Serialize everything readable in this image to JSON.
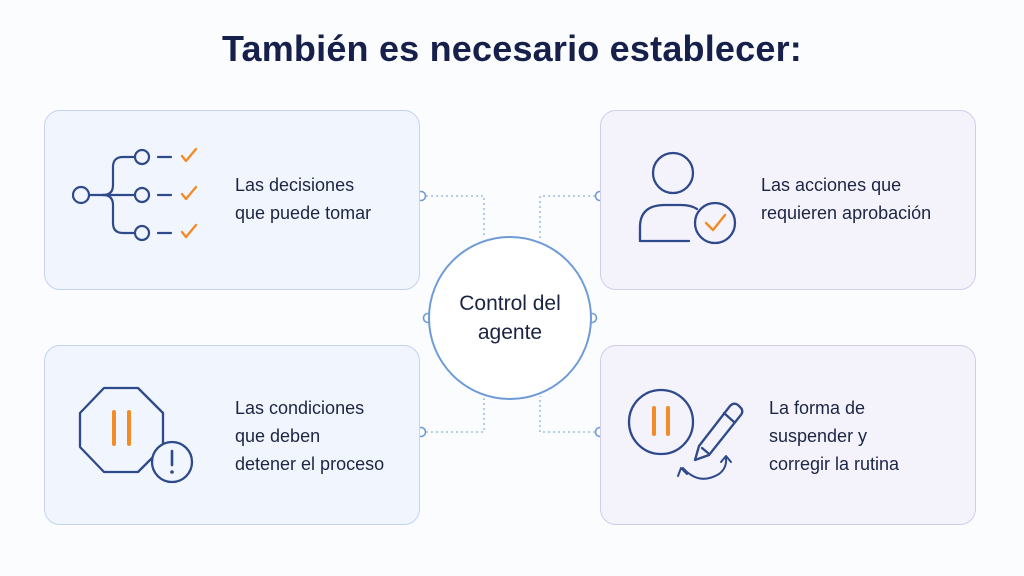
{
  "title": "También es necesario establecer:",
  "center": {
    "line1": "Control del",
    "line2": "agente"
  },
  "cards": {
    "top_left": {
      "lines": [
        "Las decisiones",
        "que puede tomar"
      ],
      "icon": "decision-tree-icon"
    },
    "top_right": {
      "lines": [
        "Las acciones que",
        "requieren aprobación"
      ],
      "icon": "user-approval-icon"
    },
    "bottom_left": {
      "lines": [
        "Las condiciones",
        "que deben",
        "detener el proceso"
      ],
      "icon": "stop-alert-icon"
    },
    "bottom_right": {
      "lines": [
        "La forma de",
        "suspender y",
        "corregir la rutina"
      ],
      "icon": "pause-edit-icon"
    }
  },
  "colors": {
    "title": "#16204a",
    "icon_stroke": "#2f4a8a",
    "accent": "#f28c28",
    "card_blue_bg": "#f1f5fd",
    "card_purple_bg": "#f4f3fc",
    "connector": "#7ea2d8"
  }
}
